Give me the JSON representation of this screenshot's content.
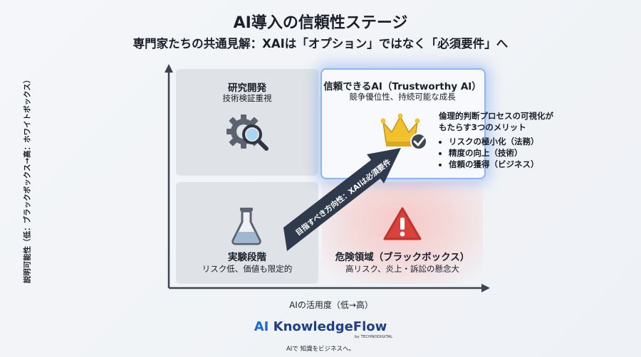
{
  "title": "AI導入の信頼性ステージ",
  "subtitle": "専門家たちの共通見解：XAIは「オプション」ではなく「必須要件」へ",
  "quadrants": {
    "top_left": {
      "title": "研究開発",
      "sub": "技術検証重視",
      "icon": "gear-magnifier-icon"
    },
    "top_right": {
      "title": "信頼できるAI（Trustworthy AI）",
      "sub": "競争優位性、持続可能な成長",
      "icon": "crown-check-icon"
    },
    "bottom_left": {
      "title": "実験段階",
      "sub": "リスク低、価値も限定的",
      "icon": "flask-icon"
    },
    "bottom_right": {
      "title": "危険領域（ブラックボックス）",
      "sub": "高リスク、炎上・訴訟の懸念大",
      "icon": "warning-icon"
    }
  },
  "benefits": {
    "heading_1": "倫理的判断プロセスの可視化が",
    "heading_2": "もたらす3つのメリット",
    "items": [
      "リスクの極小化（法務）",
      "精度の向上（技術）",
      "信頼の獲得（ビジネス）"
    ]
  },
  "arrow_text": "目指すべき方向性：XAIは必須要件",
  "x_axis_label": "AIの活用度（低→高）",
  "y_axis_label": "説明可能性（低：ブラックボックス→高：ホワイトボックス）",
  "brand": {
    "ai": "AI",
    "name": "KnowledgeFlow",
    "by": "by TECHNODIGITAL",
    "tagline": "AIで 知識をビジネスへ。"
  },
  "colors": {
    "accent_blue": "#1e6ad8",
    "brand_navy": "#1e3e86",
    "glow": "#8fb6ef",
    "danger": "#d9423b",
    "crown": "#f2c12e"
  }
}
